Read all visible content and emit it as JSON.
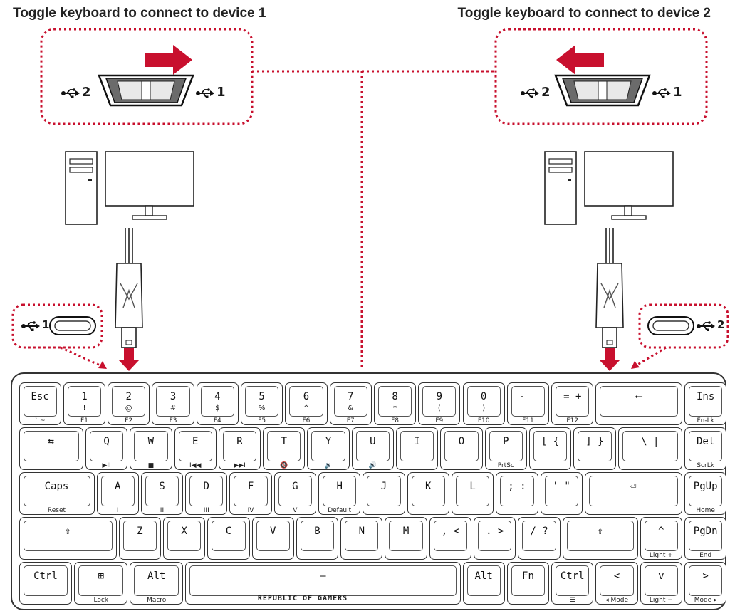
{
  "titles": {
    "left": "Toggle keyboard to connect to device 1",
    "right": "Toggle keyboard to connect to device 2"
  },
  "usb_labels": {
    "one": "1",
    "two": "2"
  },
  "accent_color": "#c8102e",
  "line_color": "#333333",
  "brand_text": "REPUBLIC OF GAMERS",
  "side_labels": {
    "top": "#",
    "mid": "A"
  },
  "keyboard_rows": [
    [
      {
        "main": "Esc",
        "shift": "",
        "sub": "` ~",
        "w": 1
      },
      {
        "main": "1",
        "shift": "!",
        "sub": "F1",
        "w": 1
      },
      {
        "main": "2",
        "shift": "@",
        "sub": "F2",
        "w": 1
      },
      {
        "main": "3",
        "shift": "#",
        "sub": "F3",
        "w": 1
      },
      {
        "main": "4",
        "shift": "$",
        "sub": "F4",
        "w": 1
      },
      {
        "main": "5",
        "shift": "%",
        "sub": "F5",
        "w": 1
      },
      {
        "main": "6",
        "shift": "^",
        "sub": "F6",
        "w": 1
      },
      {
        "main": "7",
        "shift": "&",
        "sub": "F7",
        "w": 1
      },
      {
        "main": "8",
        "shift": "*",
        "sub": "F8",
        "w": 1
      },
      {
        "main": "9",
        "shift": "(",
        "sub": "F9",
        "w": 1
      },
      {
        "main": "0",
        "shift": ")",
        "sub": "F10",
        "w": 1
      },
      {
        "main": "- _",
        "shift": "",
        "sub": "F11",
        "w": 1
      },
      {
        "main": "= +",
        "shift": "",
        "sub": "F12",
        "w": 1
      },
      {
        "main": "⟵",
        "shift": "",
        "sub": "",
        "w": 2
      },
      {
        "main": "Ins",
        "shift": "",
        "sub": "Fn-Lk",
        "w": 1
      }
    ],
    [
      {
        "main": "⇆",
        "shift": "",
        "sub": "",
        "w": 1.5
      },
      {
        "main": "Q",
        "shift": "",
        "sub": "▶II",
        "w": 1
      },
      {
        "main": "W",
        "shift": "",
        "sub": "■",
        "w": 1
      },
      {
        "main": "E",
        "shift": "",
        "sub": "I◀◀",
        "w": 1
      },
      {
        "main": "R",
        "shift": "",
        "sub": "▶▶I",
        "w": 1
      },
      {
        "main": "T",
        "shift": "",
        "sub": "🔇",
        "w": 1
      },
      {
        "main": "Y",
        "shift": "",
        "sub": "🔉",
        "w": 1
      },
      {
        "main": "U",
        "shift": "",
        "sub": "🔊",
        "w": 1
      },
      {
        "main": "I",
        "shift": "",
        "sub": "",
        "w": 1
      },
      {
        "main": "O",
        "shift": "",
        "sub": "",
        "w": 1
      },
      {
        "main": "P",
        "shift": "",
        "sub": "PrtSc",
        "w": 1
      },
      {
        "main": "[ {",
        "shift": "",
        "sub": "",
        "w": 1
      },
      {
        "main": "] }",
        "shift": "",
        "sub": "",
        "w": 1
      },
      {
        "main": "\\ |",
        "shift": "",
        "sub": "",
        "w": 1.5
      },
      {
        "main": "Del",
        "shift": "",
        "sub": "ScrLk",
        "w": 1
      }
    ],
    [
      {
        "main": "Caps",
        "shift": "",
        "sub": "Reset",
        "w": 1.75
      },
      {
        "main": "A",
        "shift": "",
        "sub": "I",
        "w": 1
      },
      {
        "main": "S",
        "shift": "",
        "sub": "II",
        "w": 1
      },
      {
        "main": "D",
        "shift": "",
        "sub": "III",
        "w": 1
      },
      {
        "main": "F",
        "shift": "",
        "sub": "IV",
        "w": 1
      },
      {
        "main": "G",
        "shift": "",
        "sub": "V",
        "w": 1
      },
      {
        "main": "H",
        "shift": "",
        "sub": "Default",
        "w": 1
      },
      {
        "main": "J",
        "shift": "",
        "sub": "",
        "w": 1
      },
      {
        "main": "K",
        "shift": "",
        "sub": "",
        "w": 1
      },
      {
        "main": "L",
        "shift": "",
        "sub": "",
        "w": 1
      },
      {
        "main": "; :",
        "shift": "",
        "sub": "",
        "w": 1
      },
      {
        "main": "' \"",
        "shift": "",
        "sub": "",
        "w": 1
      },
      {
        "main": "⏎",
        "shift": "",
        "sub": "",
        "w": 2.25
      },
      {
        "main": "PgUp",
        "shift": "",
        "sub": "Home",
        "w": 1
      }
    ],
    [
      {
        "main": "⇧",
        "shift": "",
        "sub": "",
        "w": 2.25
      },
      {
        "main": "Z",
        "shift": "",
        "sub": "",
        "w": 1
      },
      {
        "main": "X",
        "shift": "",
        "sub": "",
        "w": 1
      },
      {
        "main": "C",
        "shift": "",
        "sub": "",
        "w": 1
      },
      {
        "main": "V",
        "shift": "",
        "sub": "",
        "w": 1
      },
      {
        "main": "B",
        "shift": "",
        "sub": "",
        "w": 1
      },
      {
        "main": "N",
        "shift": "",
        "sub": "",
        "w": 1
      },
      {
        "main": "M",
        "shift": "",
        "sub": "",
        "w": 1
      },
      {
        "main": ", <",
        "shift": "",
        "sub": "",
        "w": 1
      },
      {
        "main": ". >",
        "shift": "",
        "sub": "",
        "w": 1
      },
      {
        "main": "/ ?",
        "shift": "",
        "sub": "",
        "w": 1
      },
      {
        "main": "⇧",
        "shift": "",
        "sub": "",
        "w": 1.75
      },
      {
        "main": "^",
        "shift": "",
        "sub": "Light +",
        "w": 1
      },
      {
        "main": "PgDn",
        "shift": "",
        "sub": "End",
        "w": 1
      }
    ],
    [
      {
        "main": "Ctrl",
        "shift": "",
        "sub": "",
        "w": 1.25
      },
      {
        "main": "⊞",
        "shift": "",
        "sub": "Lock",
        "w": 1.25
      },
      {
        "main": "Alt",
        "shift": "",
        "sub": "Macro",
        "w": 1.25
      },
      {
        "main": "—",
        "shift": "",
        "sub": "",
        "w": 6.25
      },
      {
        "main": "Alt",
        "shift": "",
        "sub": "",
        "w": 1
      },
      {
        "main": "Fn",
        "shift": "",
        "sub": "",
        "w": 1
      },
      {
        "main": "Ctrl",
        "shift": "",
        "sub": "☰",
        "w": 1
      },
      {
        "main": "<",
        "shift": "",
        "sub": "◂ Mode",
        "w": 1
      },
      {
        "main": "v",
        "shift": "",
        "sub": "Light −",
        "w": 1
      },
      {
        "main": ">",
        "shift": "",
        "sub": "Mode ▸",
        "w": 1
      }
    ]
  ]
}
